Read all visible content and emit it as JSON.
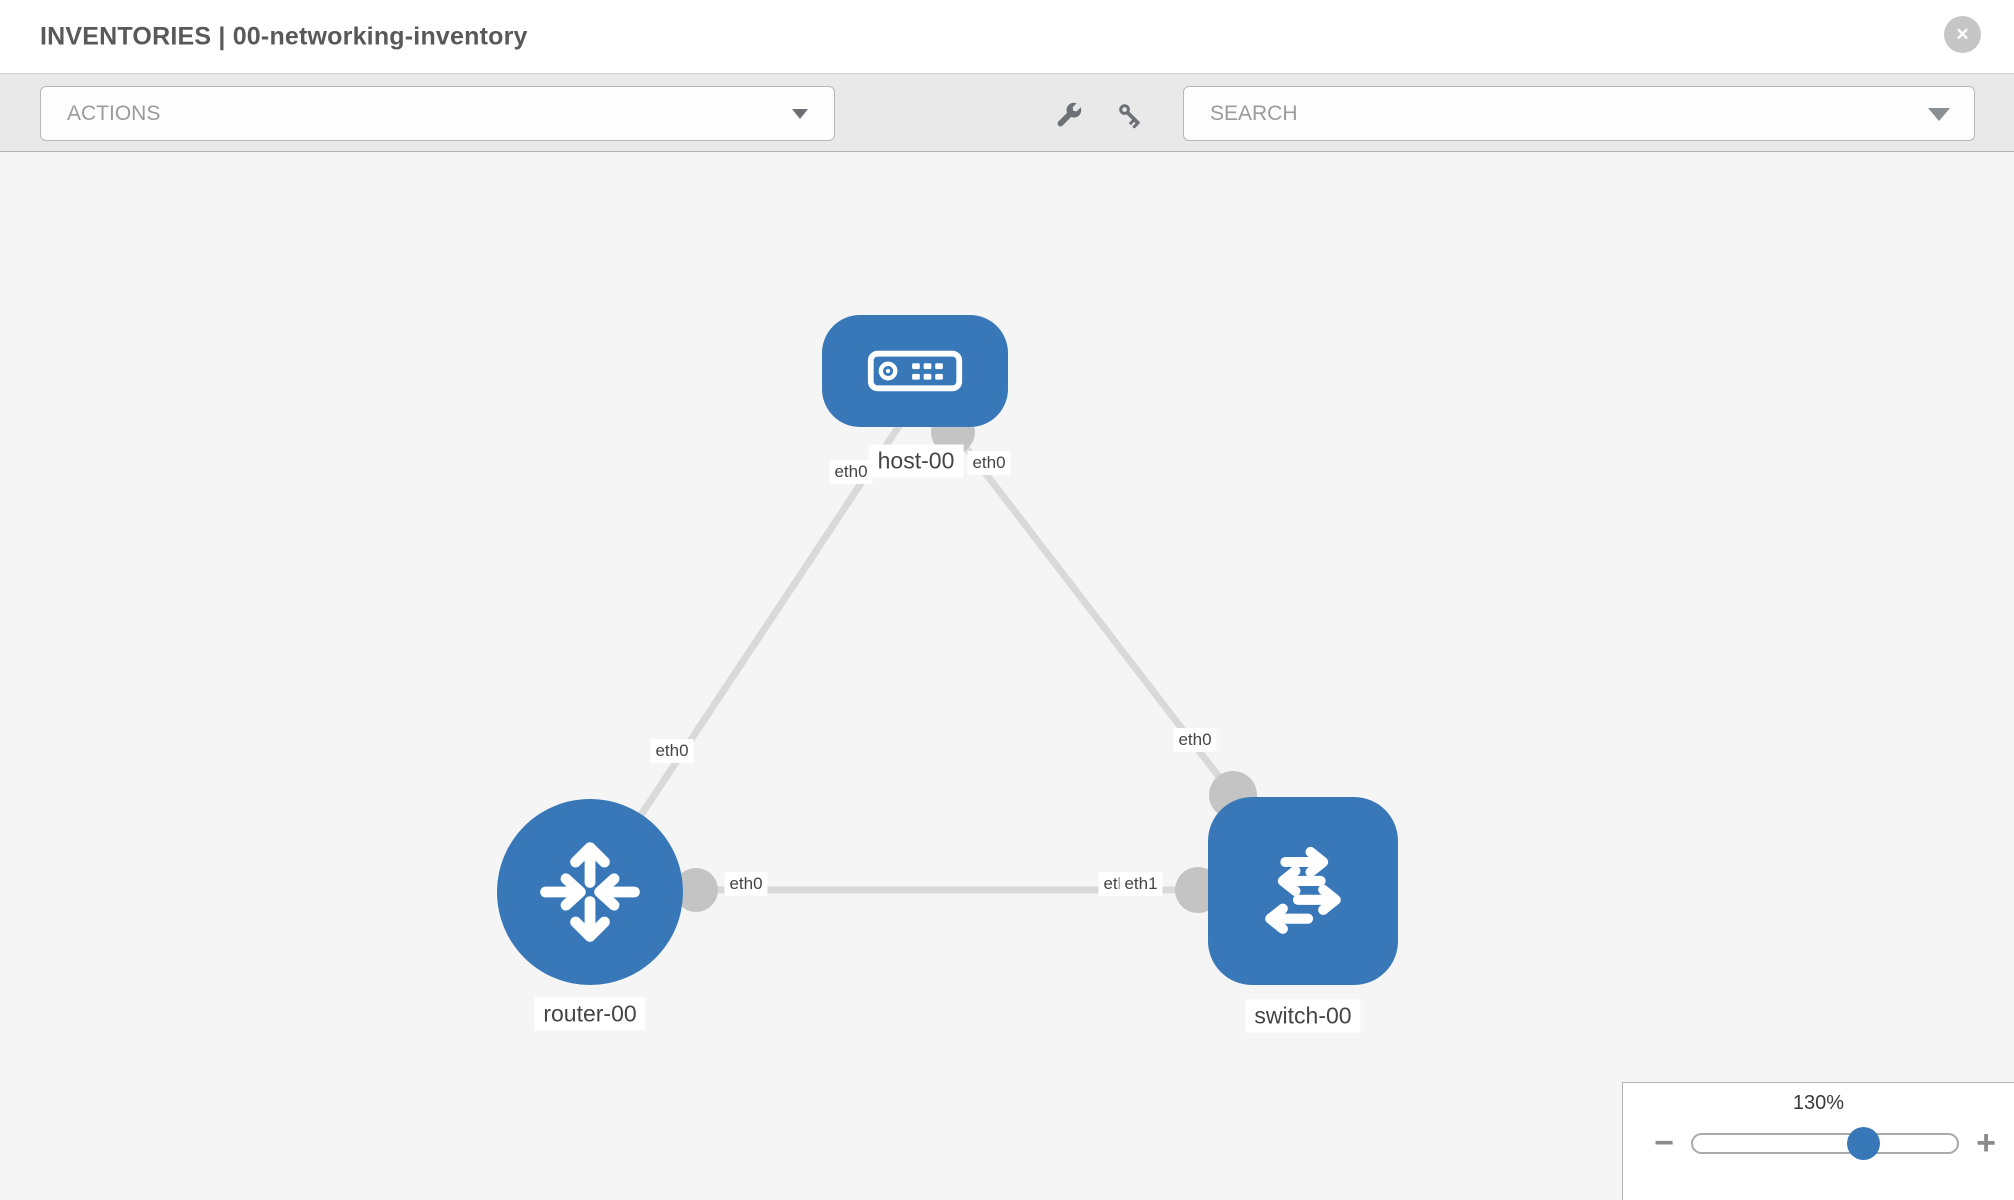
{
  "header": {
    "title": "INVENTORIES | 00-networking-inventory",
    "close_glyph": "✕"
  },
  "toolbar": {
    "actions_label": "ACTIONS",
    "search_placeholder": "SEARCH"
  },
  "diagram": {
    "nodes": [
      {
        "id": "host-00",
        "type": "host",
        "label": "host-00"
      },
      {
        "id": "router-00",
        "type": "router",
        "label": "router-00"
      },
      {
        "id": "switch-00",
        "type": "switch",
        "label": "switch-00"
      }
    ],
    "links": [
      {
        "from": "host-00",
        "to": "router-00",
        "from_port": "eth0",
        "to_port": "eth0"
      },
      {
        "from": "host-00",
        "to": "switch-00",
        "from_port": "eth0",
        "to_port": "eth0"
      },
      {
        "from": "router-00",
        "to": "switch-00",
        "from_port": "eth0",
        "to_port": "eth1"
      }
    ],
    "port_labels": {
      "host_router_host": "eth0",
      "host_router_router": "eth0",
      "host_switch_host": "eth0",
      "host_switch_switch": "eth0",
      "router_switch_router": "eth0",
      "router_switch_switch_hidden": "eth0",
      "router_switch_switch": "eth1"
    }
  },
  "zoom_control": {
    "level": "130%",
    "minus_glyph": "−",
    "plus_glyph": "+"
  },
  "colors": {
    "node_blue": "#3878b8",
    "port_gray": "#c4c4c4",
    "link_gray": "#d9d9d9",
    "canvas_bg": "#f5f5f5",
    "toolbar_bg": "#e9e9e9"
  }
}
